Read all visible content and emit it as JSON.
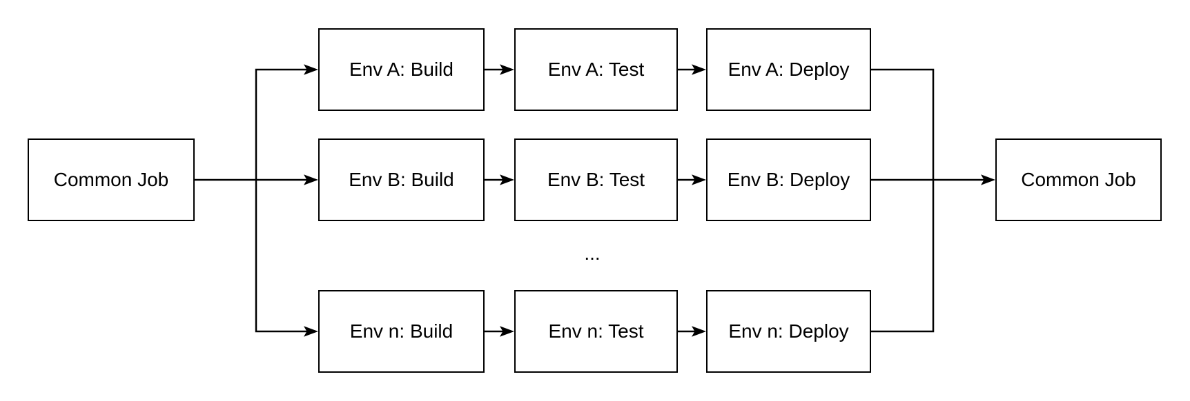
{
  "diagram": {
    "title": "",
    "background_color": "#ffffff",
    "stroke_color": "#000000",
    "text_color": "#000000",
    "ellipsis": "...",
    "nodes": [
      {
        "id": "common-job-start",
        "label": "Common Job"
      },
      {
        "id": "env-a-build",
        "label": "Env A: Build"
      },
      {
        "id": "env-a-test",
        "label": "Env A: Test"
      },
      {
        "id": "env-a-deploy",
        "label": "Env A: Deploy"
      },
      {
        "id": "env-b-build",
        "label": "Env B: Build"
      },
      {
        "id": "env-b-test",
        "label": "Env B: Test"
      },
      {
        "id": "env-b-deploy",
        "label": "Env B: Deploy"
      },
      {
        "id": "env-n-build",
        "label": "Env n: Build"
      },
      {
        "id": "env-n-test",
        "label": "Env n: Test"
      },
      {
        "id": "env-n-deploy",
        "label": "Env n: Deploy"
      },
      {
        "id": "common-job-end",
        "label": "Common Job"
      }
    ],
    "edges": [
      {
        "from": "common-job-start",
        "to": "env-a-build"
      },
      {
        "from": "common-job-start",
        "to": "env-b-build"
      },
      {
        "from": "common-job-start",
        "to": "env-n-build"
      },
      {
        "from": "env-a-build",
        "to": "env-a-test"
      },
      {
        "from": "env-a-test",
        "to": "env-a-deploy"
      },
      {
        "from": "env-b-build",
        "to": "env-b-test"
      },
      {
        "from": "env-b-test",
        "to": "env-b-deploy"
      },
      {
        "from": "env-n-build",
        "to": "env-n-test"
      },
      {
        "from": "env-n-test",
        "to": "env-n-deploy"
      },
      {
        "from": "env-a-deploy",
        "to": "common-job-end"
      },
      {
        "from": "env-b-deploy",
        "to": "common-job-end"
      },
      {
        "from": "env-n-deploy",
        "to": "common-job-end"
      }
    ]
  }
}
